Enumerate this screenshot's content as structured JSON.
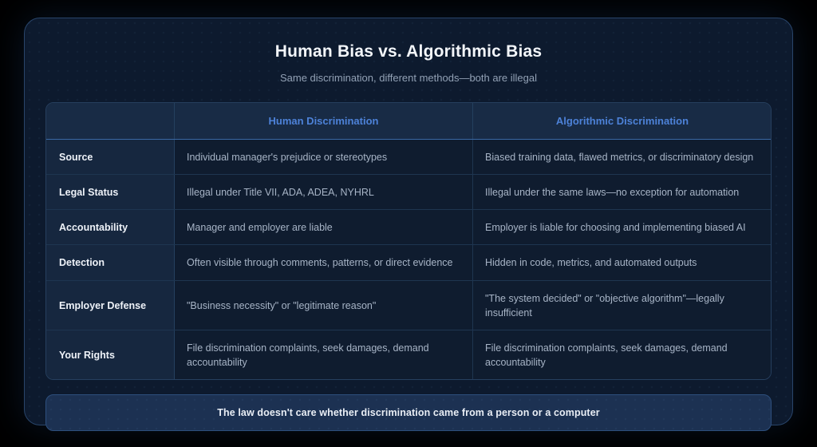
{
  "page": {
    "title": "Human Bias vs. Algorithmic Bias",
    "subtitle": "Same discrimination, different methods—both are illegal"
  },
  "table": {
    "columns": [
      "",
      "Human Discrimination",
      "Algorithmic Discrimination"
    ],
    "rows": [
      {
        "label": "Source",
        "human": "Individual manager's prejudice or stereotypes",
        "algorithmic": "Biased training data, flawed metrics, or discriminatory design"
      },
      {
        "label": "Legal Status",
        "human": "Illegal under Title VII, ADA, ADEA, NYHRL",
        "algorithmic": "Illegal under the same laws—no exception for automation"
      },
      {
        "label": "Accountability",
        "human": "Manager and employer are liable",
        "algorithmic": "Employer is liable for choosing and implementing biased AI"
      },
      {
        "label": "Detection",
        "human": "Often visible through comments, patterns, or direct evidence",
        "algorithmic": "Hidden in code, metrics, and automated outputs"
      },
      {
        "label": "Employer Defense",
        "human": "\"Business necessity\" or \"legitimate reason\"",
        "algorithmic": "\"The system decided\" or \"objective algorithm\"—legally insufficient"
      },
      {
        "label": "Your Rights",
        "human": "File discrimination complaints, seek damages, demand accountability",
        "algorithmic": "File discrimination complaints, seek damages, demand accountability"
      }
    ]
  },
  "callout": {
    "text": "The law doesn't care whether discrimination came from a person or a computer"
  },
  "colors": {
    "background": "#000000",
    "card_background": "#0d1a2e",
    "card_border": "#29456a",
    "header_accent_text": "#4d82d8",
    "header_background": "#182b45",
    "header_underline": "#3a68a4",
    "label_cell_background": "#16273f",
    "value_cell_background": "#0f1c2f",
    "body_text": "#a7b4c6",
    "label_text": "#eef2f8",
    "callout_background": "#1c3152",
    "callout_border": "#2d4f7d"
  }
}
